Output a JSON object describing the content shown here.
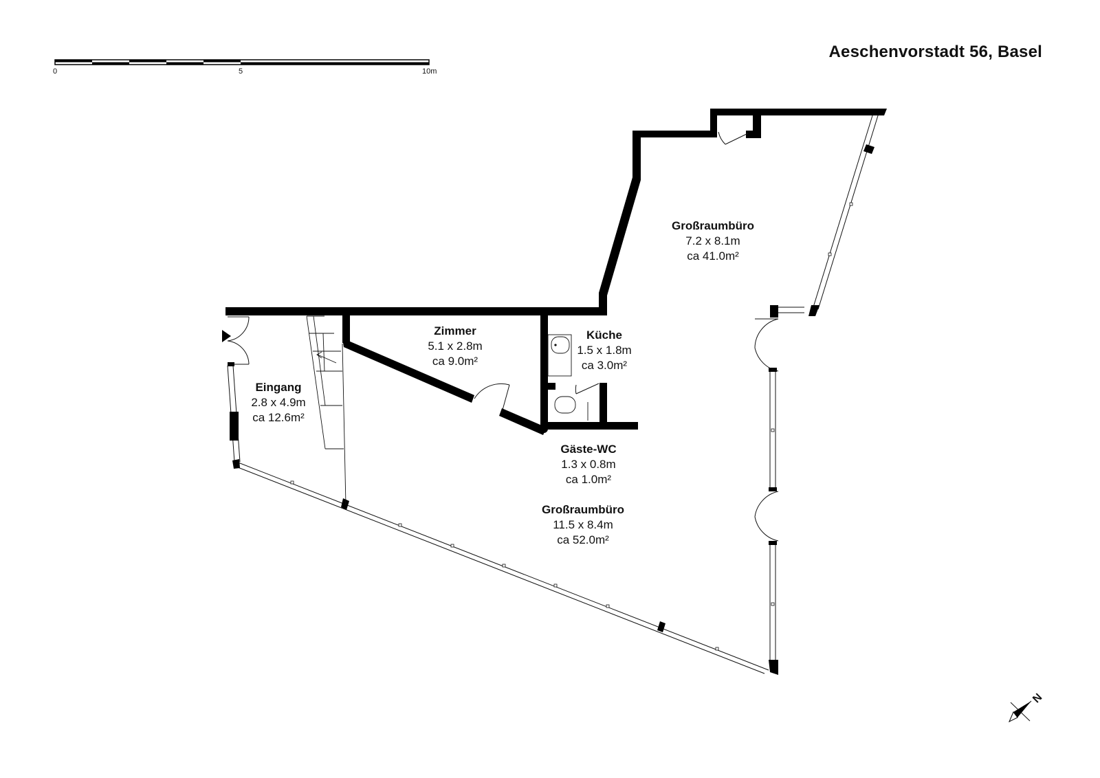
{
  "address": "Aeschenvorstadt 56, Basel",
  "scale_bar": {
    "labels": [
      "0",
      "5",
      "10m"
    ]
  },
  "north": {
    "label": "N",
    "icon": "north-arrow-icon"
  },
  "rooms": [
    {
      "name": "Großraumbüro",
      "dimensions": "7.2 x 8.1m",
      "area": "ca 41.0m²"
    },
    {
      "name": "Zimmer",
      "dimensions": "5.1 x 2.8m",
      "area": "ca 9.0m²"
    },
    {
      "name": "Küche",
      "dimensions": "1.5 x 1.8m",
      "area": "ca 3.0m²"
    },
    {
      "name": "Eingang",
      "dimensions": "2.8 x 4.9m",
      "area": "ca 12.6m²"
    },
    {
      "name": "Gäste-WC",
      "dimensions": "1.3 x 0.8m",
      "area": "ca 1.0m²"
    },
    {
      "name": "Großraumbüro",
      "dimensions": "11.5 x 8.4m",
      "area": "ca 52.0m²"
    }
  ],
  "colors": {
    "wall": "#000000",
    "line": "#111111",
    "background": "#ffffff"
  }
}
